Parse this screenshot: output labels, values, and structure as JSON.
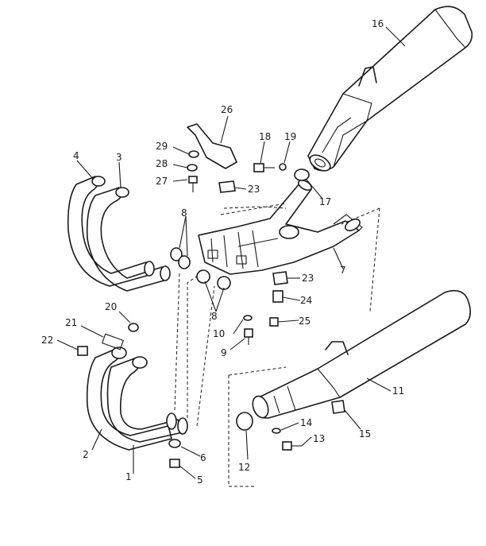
{
  "callouts": [
    {
      "id": "1",
      "text": "1"
    },
    {
      "id": "2",
      "text": "2"
    },
    {
      "id": "3",
      "text": "3"
    },
    {
      "id": "4",
      "text": "4"
    },
    {
      "id": "5",
      "text": "5"
    },
    {
      "id": "6",
      "text": "6"
    },
    {
      "id": "7",
      "text": "7"
    },
    {
      "id": "8a",
      "text": "8"
    },
    {
      "id": "8b",
      "text": "8"
    },
    {
      "id": "9",
      "text": "9"
    },
    {
      "id": "10",
      "text": "10"
    },
    {
      "id": "11",
      "text": "11"
    },
    {
      "id": "12",
      "text": "12"
    },
    {
      "id": "13",
      "text": "13"
    },
    {
      "id": "14",
      "text": "14"
    },
    {
      "id": "15",
      "text": "15"
    },
    {
      "id": "16",
      "text": "16"
    },
    {
      "id": "17",
      "text": "17"
    },
    {
      "id": "18",
      "text": "18"
    },
    {
      "id": "19",
      "text": "19"
    },
    {
      "id": "20",
      "text": "20"
    },
    {
      "id": "21",
      "text": "21"
    },
    {
      "id": "22",
      "text": "22"
    },
    {
      "id": "23a",
      "text": "23"
    },
    {
      "id": "23b",
      "text": "23"
    },
    {
      "id": "24",
      "text": "24"
    },
    {
      "id": "25",
      "text": "25"
    },
    {
      "id": "26",
      "text": "26"
    },
    {
      "id": "27",
      "text": "27"
    },
    {
      "id": "28",
      "text": "28"
    },
    {
      "id": "29",
      "text": "29"
    }
  ]
}
